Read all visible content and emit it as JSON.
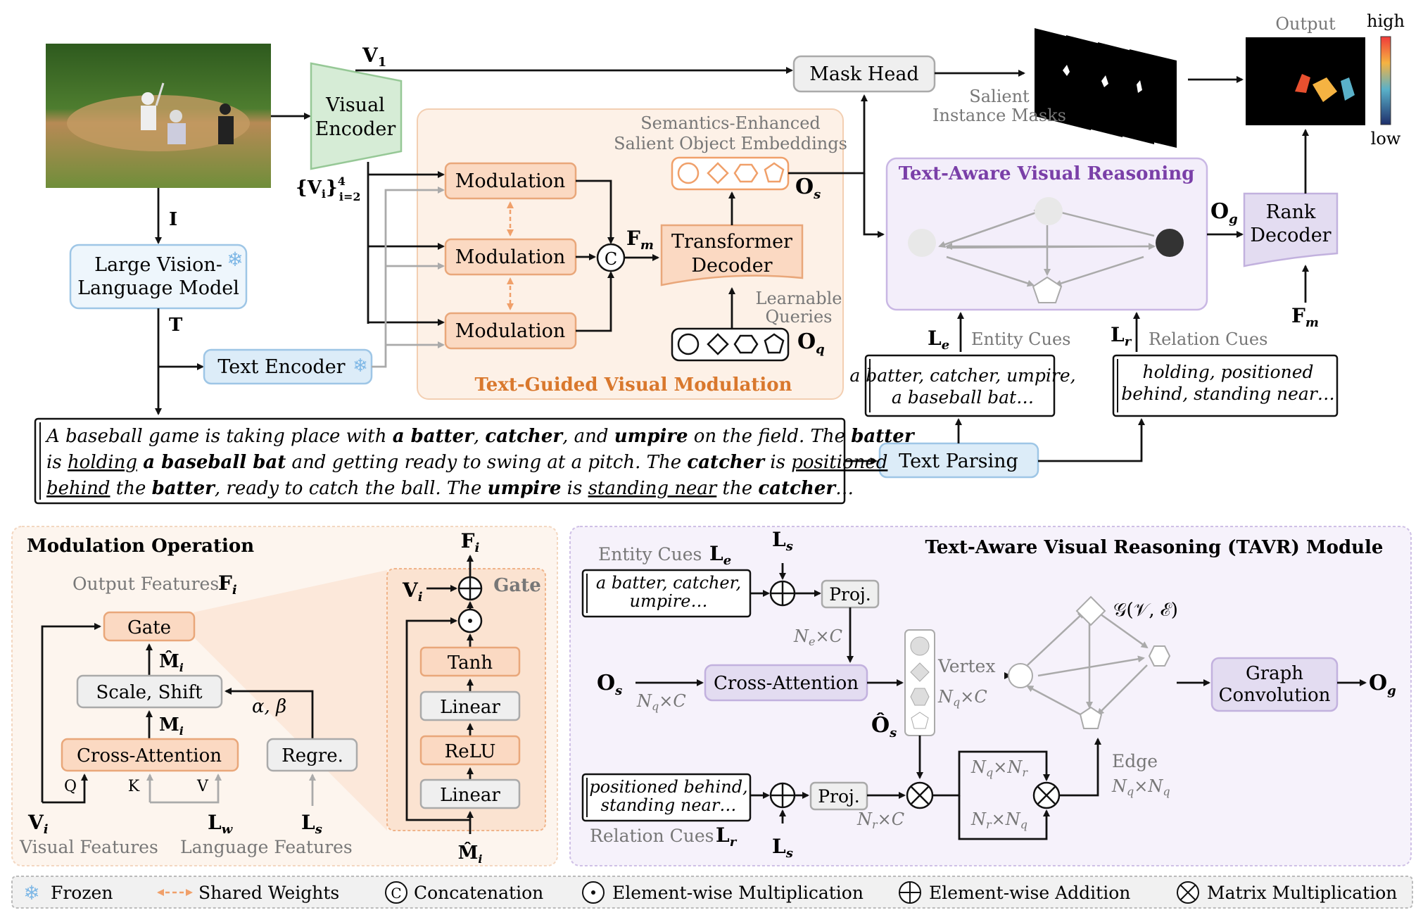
{
  "top": {
    "input_label": "I",
    "v1_label": "V",
    "v1_sub": "1",
    "vi_label": "{V",
    "vi_sub": "i",
    "vi_range": "}",
    "vi_sup": "4",
    "vi_sub2": "i=2",
    "visual_encoder": [
      "Visual",
      "Encoder"
    ],
    "mask_head": "Mask Head",
    "salient_masks": [
      "Salient",
      "Instance Masks"
    ],
    "output_label": "Output",
    "high_label": "high",
    "low_label": "low",
    "lvlm": [
      "Large Vision-",
      "Language Model"
    ],
    "t_label": "T",
    "text_encoder": "Text Encoder",
    "modulation": [
      "Modulation",
      "Modulation",
      "Modulation"
    ],
    "fm_label": "F",
    "fm_sub": "m",
    "transformer_decoder": [
      "Transformer",
      "Decoder"
    ],
    "sese_label": [
      "Semantics-Enhanced",
      "Salient Object Embeddings"
    ],
    "os_label": "O",
    "os_sub": "s",
    "learnable_queries": [
      "Learnable",
      "Queries"
    ],
    "oq_label": "O",
    "oq_sub": "q",
    "tgvm_title": "Text-Guided Visual Modulation",
    "tavr_title": "Text-Aware Visual Reasoning",
    "og_label": "O",
    "og_sub": "g",
    "rank_decoder": [
      "Rank",
      "Decoder"
    ],
    "fm2_label": "F",
    "fm2_sub": "m",
    "le_label": "L",
    "le_sub": "e",
    "entity_cues": "Entity Cues",
    "lr_label": "L",
    "lr_sub": "r",
    "relation_cues": "Relation Cues",
    "entity_text": [
      "a batter, catcher, umpire,",
      "a baseball bat…"
    ],
    "relation_text": [
      "holding, positioned",
      "behind, standing near…"
    ],
    "text_parsing": "Text Parsing",
    "caption_lines": [
      [
        "A baseball game is taking place with ",
        "a batter",
        ", ",
        "catcher",
        ", and ",
        "umpire",
        " on the field. The ",
        "batter"
      ],
      [
        "is ",
        "holding",
        " ",
        "a baseball bat",
        " and getting ready to swing at a pitch. The ",
        "catcher",
        " is ",
        "positioned"
      ],
      [
        "behind",
        " the ",
        "batter",
        ", ready to catch the ball. The ",
        "umpire",
        " is ",
        "standing near",
        " the ",
        "catcher",
        "…"
      ]
    ]
  },
  "modop": {
    "title": "Modulation Operation",
    "output_features": "Output Features",
    "fi_label": "F",
    "fi_sub": "i",
    "gate": "Gate",
    "mhat_label": "M̂",
    "mhat_sub": "i",
    "scale_shift": "Scale, Shift",
    "mi_label": "M",
    "mi_sub": "i",
    "alpha_beta": "α, β",
    "cross_attention": "Cross-Attention",
    "regre": "Regre.",
    "q": "Q",
    "k": "K",
    "v": "V",
    "vi_label": "V",
    "vi_sub": "i",
    "lw_label": "L",
    "lw_sub": "w",
    "ls_label": "L",
    "ls_sub": "s",
    "visual_features": "Visual Features",
    "language_features": "Language Features",
    "gate_title": "Gate",
    "gate_fi": "F",
    "gate_fi_sub": "i",
    "gate_vi": "V",
    "gate_vi_sub": "i",
    "tanh": "Tanh",
    "linear1": "Linear",
    "relu": "ReLU",
    "linear2": "Linear",
    "gate_mhat": "M̂",
    "gate_mhat_sub": "i"
  },
  "tavr": {
    "title": "Text-Aware Visual Reasoning (TAVR) Module",
    "entity_cues": "Entity Cues",
    "le_label": "L",
    "le_sub": "e",
    "ls_label": "L",
    "ls_sub": "s",
    "entity_text": [
      "a batter, catcher,",
      "umpire…"
    ],
    "proj": "Proj.",
    "ne_c": "N",
    "ne_sub": "e",
    "ne_rest": "×C",
    "os_label": "O",
    "os_sub": "s",
    "nq_c": "N",
    "nq_sub": "q",
    "nq_rest": "×C",
    "cross_attention": "Cross-Attention",
    "vertex": "Vertex",
    "vertex_dim": "N",
    "vertex_dim_sub": "q",
    "vertex_dim_rest": "×C",
    "oshat_label": "Ô",
    "oshat_sub": "s",
    "graph_label": "𝒢(𝒱, ℰ)",
    "graph_conv": [
      "Graph",
      "Convolution"
    ],
    "og_label": "O",
    "og_sub": "g",
    "relation_text": [
      "positioned behind,",
      "standing near…"
    ],
    "relation_cues": "Relation Cues",
    "lr_label": "L",
    "lr_sub": "r",
    "ls2_label": "L",
    "ls2_sub": "s",
    "proj2": "Proj.",
    "nr_c": "N",
    "nr_sub": "r",
    "nr_rest": "×C",
    "nqnr": "N",
    "nqnr_a": "q",
    "nqnr_mid": "×N",
    "nqnr_b": "r",
    "nrnq": "N",
    "nrnq_a": "r",
    "nrnq_mid": "×N",
    "nrnq_b": "q",
    "edge": "Edge",
    "edge_dim": "N",
    "edge_a": "q",
    "edge_mid": "×N",
    "edge_b": "q"
  },
  "legend": {
    "frozen": "Frozen",
    "shared": "Shared Weights",
    "concat": "Concatenation",
    "ew_mult": "Element-wise Multiplication",
    "ew_add": "Element-wise Addition",
    "mat_mult": "Matrix Multiplication",
    "c_symbol": "C"
  },
  "colors": {
    "orange_fill": "#fbd9c2",
    "orange_title": "#d9782d",
    "purple_title": "#7a3fa8",
    "blue_fill": "#dcecf8",
    "purple_fill": "#e3dcf1"
  }
}
